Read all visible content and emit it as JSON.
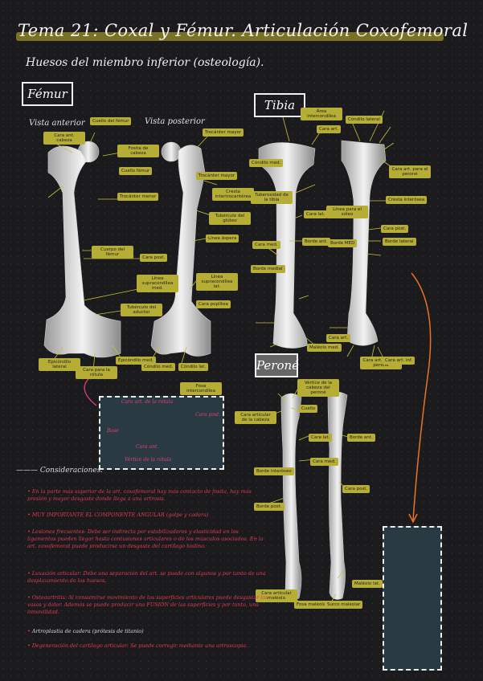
{
  "title": "Tema 21: Coxal y Fémur. Articulación Coxofemoral",
  "subtitle": "Huesos del miembro inferior (osteología).",
  "sections": {
    "femur": "Fémur",
    "tibia": "Tibia",
    "perone": "Peroné"
  },
  "views": {
    "anterior": "Vista anterior",
    "posterior": "Vista posterior"
  },
  "femur_tags": [
    "Cara ant. cabeza",
    "Cuello del fémur",
    "Fosita de cabeza",
    "Cuello fémur",
    "Trocánter mayor",
    "Trocánter menor",
    "Cresta intertrocantérea",
    "Tubérculo del glúteo",
    "Línea áspera",
    "Cara post.",
    "Línea supracondílea med.",
    "Línea supracondílea lat.",
    "Cara poplítea",
    "Tubérculo del aductor",
    "Epicóndilo lateral",
    "Cara para la rótula",
    "Epicóndilo med.",
    "Cóndilo med.",
    "Cóndilo lat.",
    "Fosa intercondílea",
    "Trocánter mayor",
    "Cuerpo del fémur"
  ],
  "tibia_tags": [
    "Área intercondílea",
    "Cara art.",
    "Cóndilo med.",
    "Cóndilo lateral",
    "Tuberosidad de la tibia",
    "Cara lat.",
    "Borde ant.",
    "Cara med.",
    "Borde medial",
    "Cara art. para el peroné",
    "Cresta interósea",
    "Cara post.",
    "Borde lateral",
    "Línea para el sóleo",
    "Borde MED",
    "Maléolo med.",
    "Cara art.",
    "Cara art. para el peroné",
    "Cara art. inf."
  ],
  "perone_tags": [
    "Vértice de la cabeza del peroné",
    "Cuello",
    "Cara articular de la cabeza",
    "Borde ant.",
    "Cara lat.",
    "Cara med.",
    "Cara post.",
    "Borde interóseo",
    "Borde post.",
    "Cara articular maléolo",
    "Fosa maleolar",
    "Surco maleolar",
    "Maléolo lat."
  ],
  "inset1_labels": [
    "Cara art. de la rótula",
    "Cara post.",
    "Cara ant.",
    "Vértice de la rótula",
    "Base"
  ],
  "considerations_title": "Consideraciones:",
  "notes": [
    "En la parte más superior de la art. coxofemoral hay más contacto de fosita, hay más presión y mayor desgaste donde llega a una artrosis.",
    "MUY IMPORTANTE EL COMPONENTE ANGULAR (golpe y cadera)",
    "Lesiones frecuentes: Debe ser indirecta por estabilizadores y elasticidad en los ligamentos pueden llegar hasta contusiones articulares o de los músculos asociados. En la art. coxofemoral puede producirse un desgaste del cartílago hialino.",
    "Luxación articular: Debe una separación del art. se puede con algunos y por tanto de una desplazamiento de los huesos.",
    "Osteoartritis: Al consumirse movimiento de los superficies articulares puede desgastar los vasos y dolor. Además se puede producir una FUSIÓN de las superficies y por tanto, una inmovilidad.",
    "Artroplastia de cadera (prótesis de titanio)",
    "Degeneración del cartílago articular: Se puede corregir mediante una artroscopia."
  ]
}
